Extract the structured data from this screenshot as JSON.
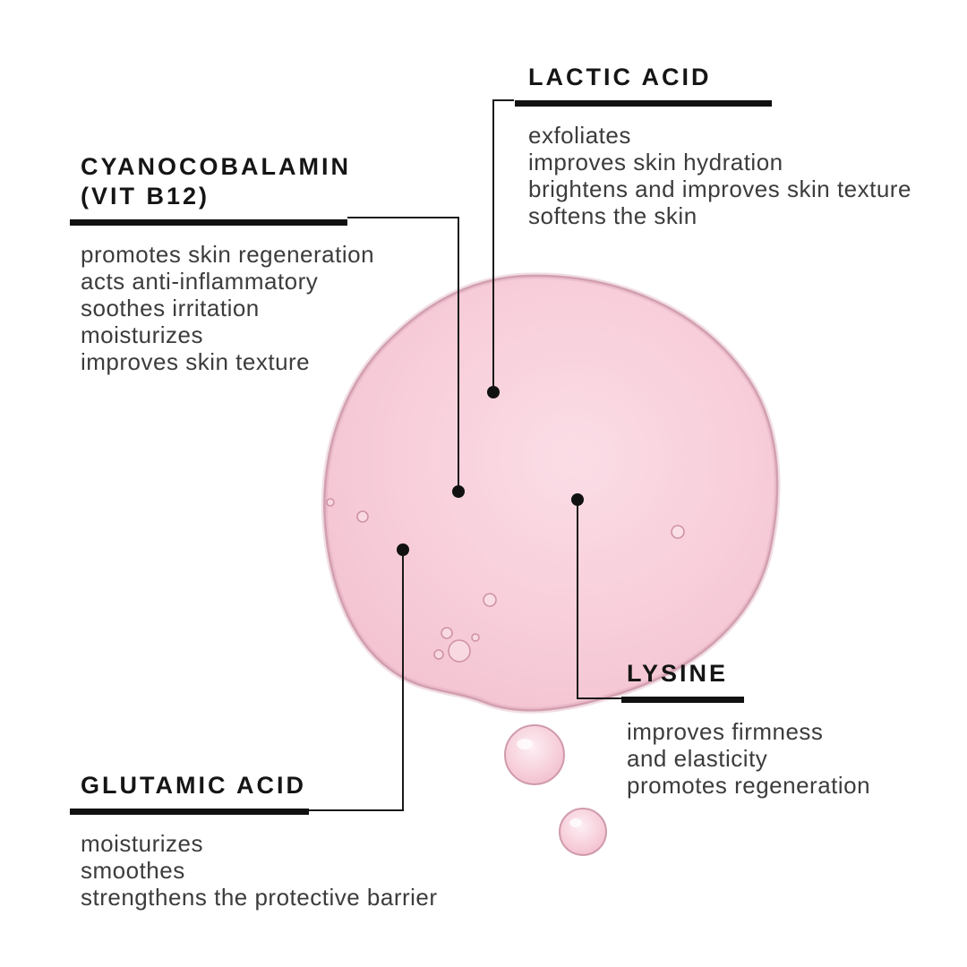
{
  "page": {
    "background": "#ffffff",
    "type": "ingredient-infographic"
  },
  "colors": {
    "title_text": "#151515",
    "body_text": "#3c3c3c",
    "underline_bar": "#111111",
    "connector": "#1a1a1a",
    "serum_fill": "#f6c9d5",
    "serum_fill_light": "#fbdfe7",
    "serum_rim": "#c documentation",
    "serum_edge": "#c1879b"
  },
  "annotations": [
    {
      "id": "lactic-acid",
      "title_lines": [
        "LACTIC ACID"
      ],
      "lines": [
        "exfoliates",
        "improves skin hydration",
        "brightens and improves skin texture",
        "softens the skin"
      ]
    },
    {
      "id": "cyanocobalamin-vit-b12",
      "title_lines": [
        "CYANOCOBALAMIN",
        "(VIT B12)"
      ],
      "lines": [
        "promotes skin regeneration",
        "acts anti-inflammatory",
        "soothes irritation",
        "moisturizes",
        "improves skin texture"
      ]
    },
    {
      "id": "lysine",
      "title_lines": [
        "LYSINE"
      ],
      "lines": [
        "improves firmness",
        "and elasticity",
        "promotes regeneration"
      ]
    },
    {
      "id": "glutamic-acid",
      "title_lines": [
        "GLUTAMIC ACID"
      ],
      "lines": [
        "moisturizes",
        "smoothes",
        "strengthens the protective barrier"
      ]
    }
  ]
}
